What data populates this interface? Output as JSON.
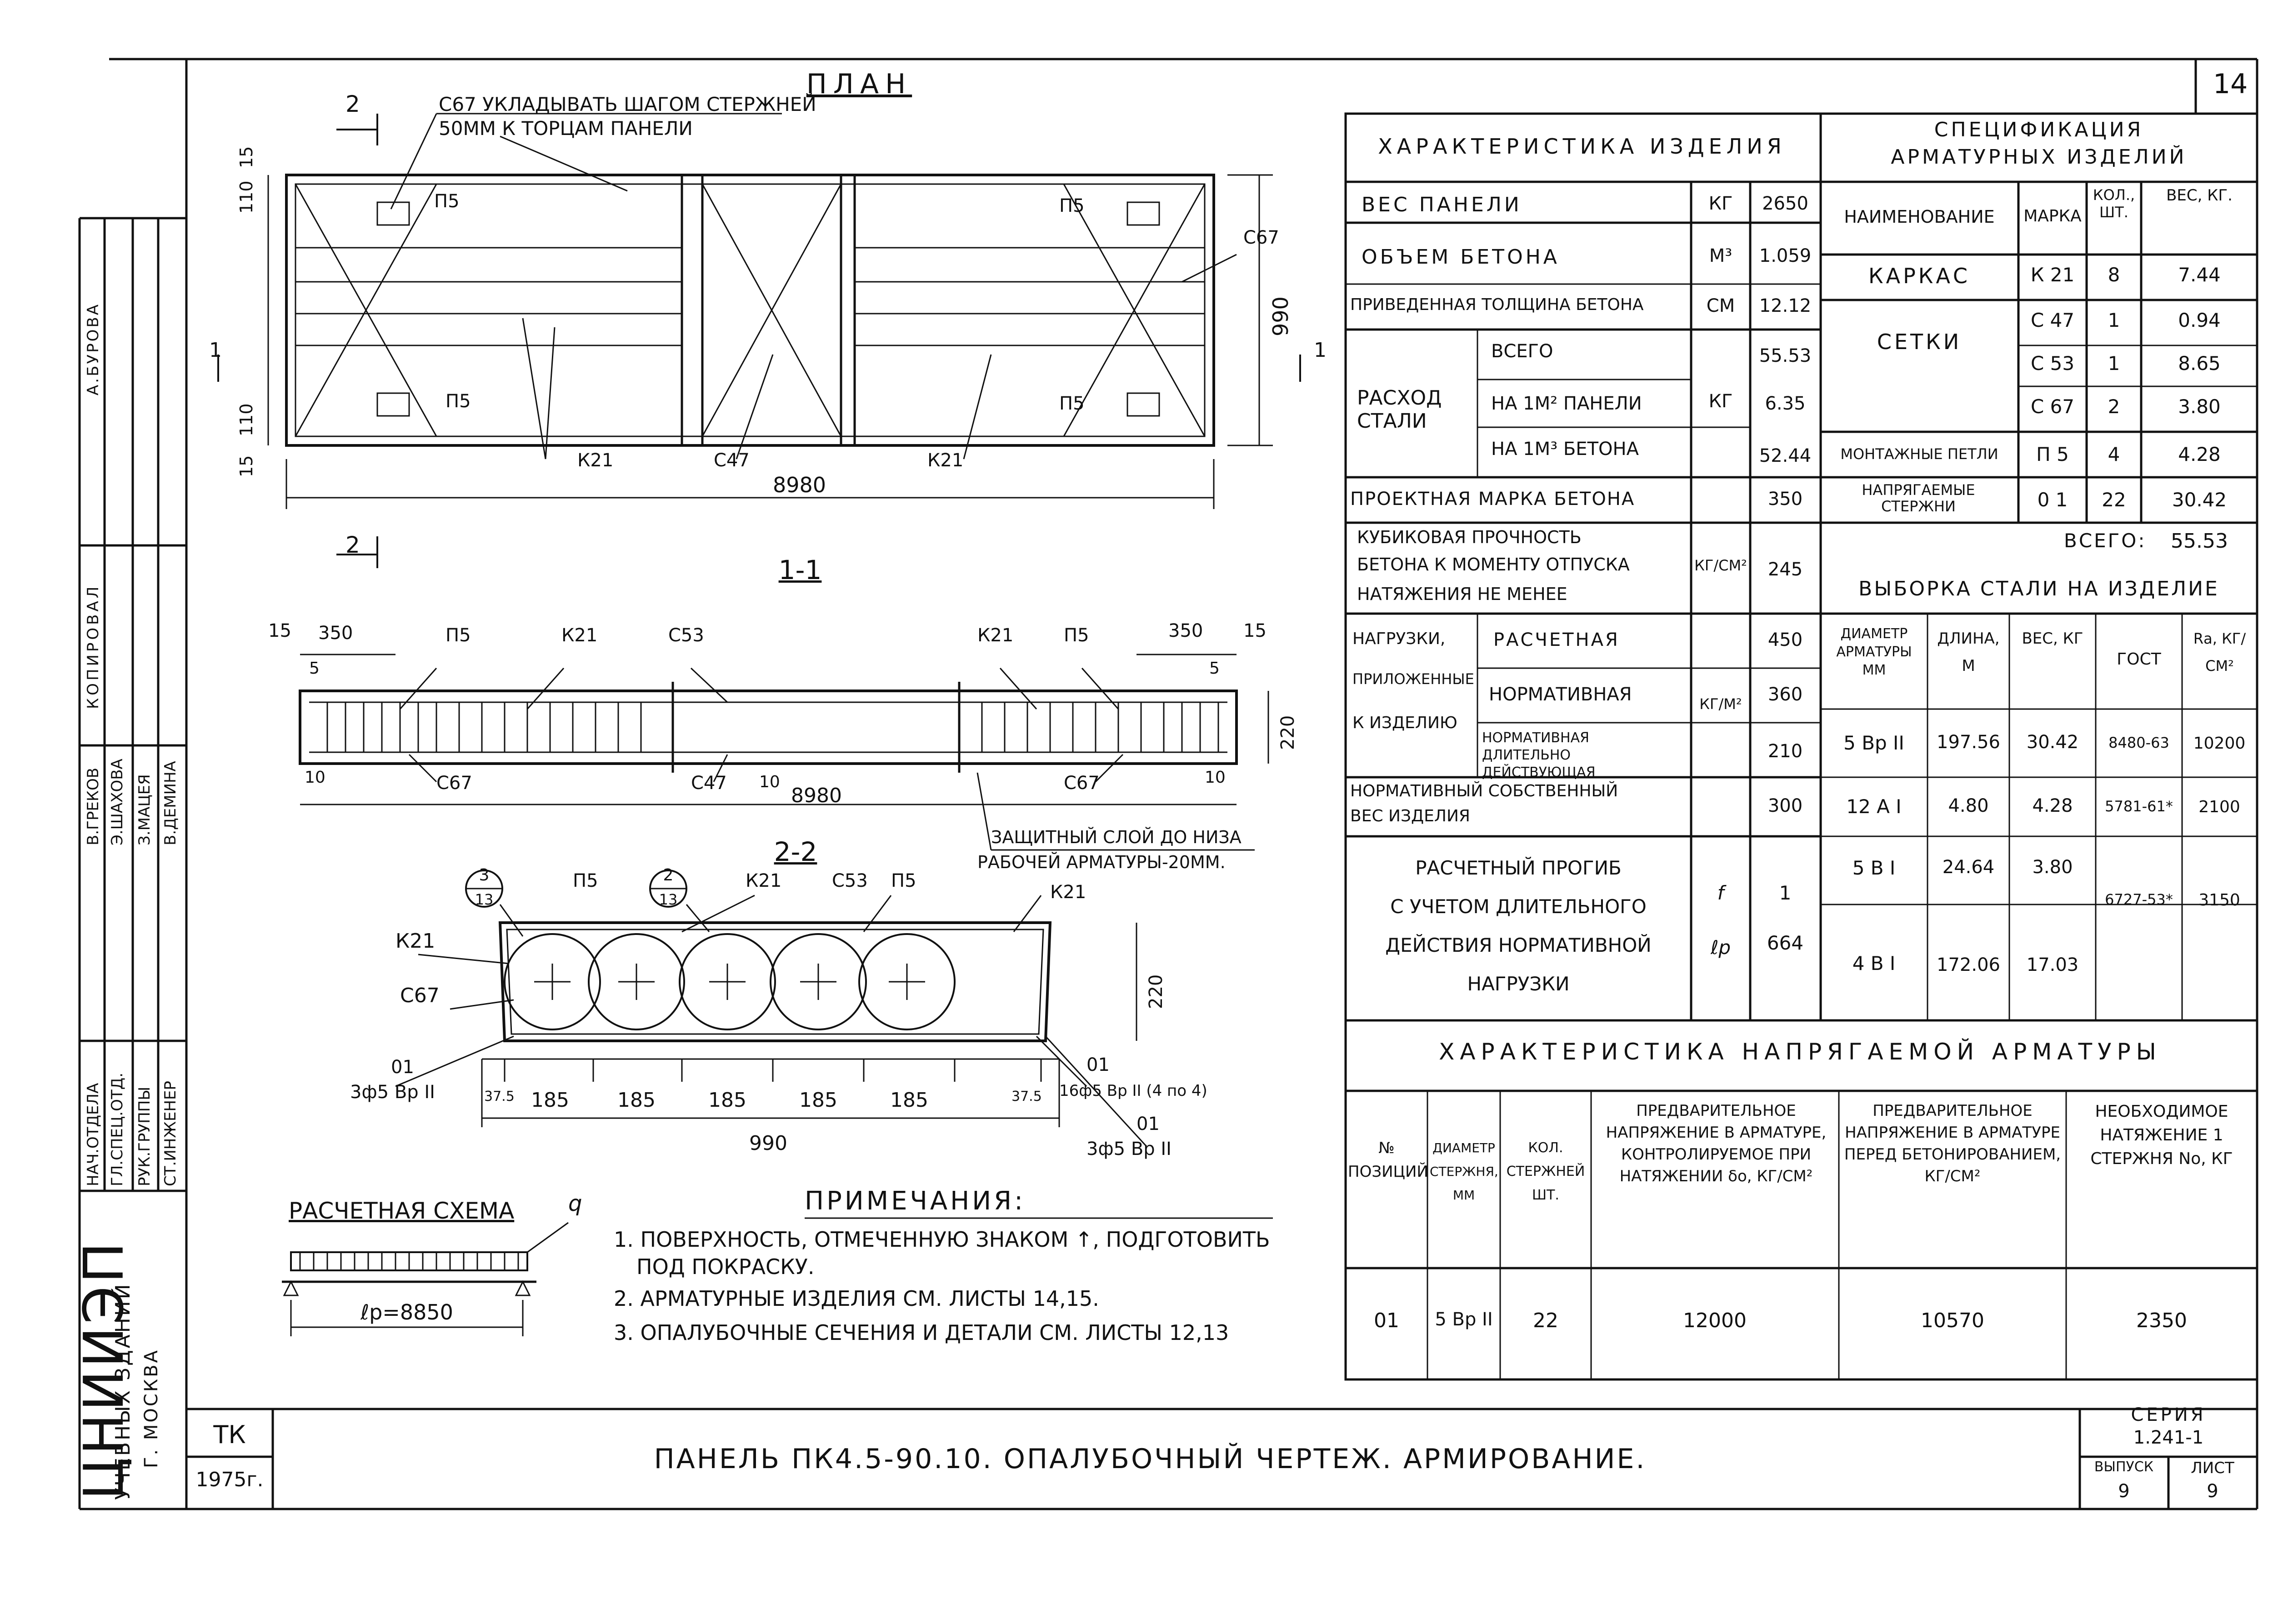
{
  "sheet_number": "14",
  "plan": {
    "title": "ПЛАН",
    "section_mark": "2",
    "note": "С67 УКЛАДЫВАТЬ ШАГОМ СТЕРЖНЕЙ",
    "note2": "50ММ К ТОРЦАМ ПАНЕЛИ",
    "labels": [
      "П5",
      "П5",
      "П5",
      "П5",
      "С67",
      "К21",
      "С47",
      "К21"
    ],
    "dims": [
      "15",
      "110",
      "110",
      "15",
      "990",
      "8980",
      "1",
      "1"
    ]
  },
  "section_1_1": {
    "title": "1-1",
    "labels": [
      "П5",
      "К21",
      "С53",
      "К21",
      "П5",
      "С67",
      "С47",
      "С67"
    ],
    "dims": [
      "15",
      "350",
      "5",
      "10",
      "350",
      "15",
      "5",
      "220",
      "10",
      "10",
      "8980"
    ],
    "note": "ЗАЩИТНЫЙ СЛОЙ ДО НИЗА",
    "note2": "РАБОЧЕЙ АРМАТУРЫ-20ММ."
  },
  "section_2_2": {
    "title": "2-2",
    "labels": [
      "П5",
      "К21",
      "С53",
      "П5",
      "К21",
      "К21",
      "С67",
      "01",
      "01",
      "01"
    ],
    "callouts": [
      {
        "num": "3",
        "den": "13"
      },
      {
        "num": "2",
        "den": "13"
      }
    ],
    "dims": [
      "37.5",
      "185",
      "185",
      "185",
      "185",
      "185",
      "37.5",
      "990",
      "220"
    ],
    "rebar1": "3ф5 Вр II",
    "rebar2": "16ф5 Вр II (4 по 4)",
    "rebar3": "3ф5 Вр II"
  },
  "calc_scheme": {
    "title": "РАСЧЕТНАЯ СХЕМА",
    "load": "q",
    "span": "ℓр=8850"
  },
  "notes": {
    "title": "ПРИМЕЧАНИЯ:",
    "items": [
      "1. ПОВЕРХНОСТЬ, ОТМЕЧЕННУЮ ЗНАКОМ ↑, ПОДГОТОВИТЬ",
      "ПОД ПОКРАСКУ.",
      "2. АРМАТУРНЫЕ ИЗДЕЛИЯ СМ. ЛИСТЫ 14,15.",
      "3. ОПАЛУБОЧНЫЕ СЕЧЕНИЯ И ДЕТАЛИ СМ. ЛИСТЫ 12,13"
    ]
  },
  "char_table": {
    "title": "ХАРАКТЕРИСТИКА ИЗДЕЛИЯ",
    "rows": [
      {
        "name": "ВЕС ПАНЕЛИ",
        "unit": "КГ",
        "value": "2650"
      },
      {
        "name": "ОБЪЕМ БЕТОНА",
        "unit": "М³",
        "value": "1.059"
      },
      {
        "name": "ПРИВЕДЕННАЯ ТОЛЩИНА БЕТОНА",
        "unit": "СМ",
        "value": "12.12"
      }
    ],
    "steel": {
      "label": "РАСХОД СТАЛИ",
      "unit": "КГ",
      "rows": [
        {
          "name": "ВСЕГО",
          "value": "55.53"
        },
        {
          "name": "НА 1М² ПАНЕЛИ",
          "value": "6.35"
        },
        {
          "name": "НА 1М³ БЕТОНА",
          "value": "52.44"
        }
      ]
    },
    "grade": {
      "name": "ПРОЕКТНАЯ МАРКА БЕТОНА",
      "value": "350"
    },
    "cube": {
      "l1": "КУБИКОВАЯ ПРОЧНОСТЬ",
      "l2": "БЕТОНА К МОМЕНТУ ОТПУСКА",
      "l3": "НАТЯЖЕНИЯ НЕ МЕНЕЕ",
      "unit": "КГ/СМ²",
      "value": "245"
    },
    "loads": {
      "l1": "НАГРУЗКИ,",
      "l2": "ПРИЛОЖЕННЫЕ",
      "l3": "К ИЗДЕЛИЮ",
      "unit": "КГ/М²",
      "rows": [
        {
          "name": "РАСЧЕТНАЯ",
          "value": "450"
        },
        {
          "name": "НОРМАТИВНАЯ",
          "value": "360"
        },
        {
          "name": "НОРМАТИВНАЯ ДЛИТЕЛЬНО ДЕЙСТВУЮЩАЯ",
          "value": "210"
        }
      ]
    },
    "own": {
      "l1": "НОРМАТИВНЫЙ СОБСТВЕННЫЙ",
      "l2": "ВЕС ИЗДЕЛИЯ",
      "value": "300"
    },
    "deflection": {
      "l1": "РАСЧЕТНЫЙ ПРОГИБ",
      "l2": "С УЧЕТОМ ДЛИТЕЛЬНОГО",
      "l3": "ДЕЙСТВИЯ НОРМАТИВНОЙ",
      "l4": "НАГРУЗКИ",
      "unit_num": "f",
      "unit_den": "ℓр",
      "value_num": "1",
      "value_den": "664"
    }
  },
  "spec_table": {
    "title": "СПЕЦИФИКАЦИЯ",
    "title2": "АРМАТУРНЫХ ИЗДЕЛИЙ",
    "headers": [
      "НАИМЕНОВАНИЕ",
      "МАРКА",
      "КОЛ., ШТ.",
      "ВЕС, КГ."
    ],
    "rows": [
      {
        "name": "КАРКАС",
        "mark": "К 21",
        "qty": "8",
        "weight": "7.44"
      },
      {
        "name": "СЕТКИ",
        "mark": "С 47",
        "qty": "1",
        "weight": "0.94"
      },
      {
        "name": "",
        "mark": "С 53",
        "qty": "1",
        "weight": "8.65"
      },
      {
        "name": "",
        "mark": "С 67",
        "qty": "2",
        "weight": "3.80"
      },
      {
        "name": "МОНТАЖНЫЕ ПЕТЛИ",
        "mark": "П 5",
        "qty": "4",
        "weight": "4.28"
      },
      {
        "name": "НАПРЯГАЕМЫЕ СТЕРЖНИ",
        "mark": "0 1",
        "qty": "22",
        "weight": "30.42"
      }
    ],
    "total_label": "ВСЕГО:",
    "total": "55.53"
  },
  "steel_table": {
    "title": "ВЫБОРКА СТАЛИ НА ИЗДЕЛИЕ",
    "headers": [
      "ДИАМЕТР АРМАТУРЫ ММ",
      "ДЛИНА, М",
      "ВЕС, КГ",
      "ГОСТ",
      "Rа, КГ/СМ²"
    ],
    "rows": [
      {
        "d": "5 Вр II",
        "len": "197.56",
        "w": "30.42",
        "gost": "8480-63",
        "ra": "10200"
      },
      {
        "d": "12 А I",
        "len": "4.80",
        "w": "4.28",
        "gost": "5781-61*",
        "ra": "2100"
      },
      {
        "d": "5 В I",
        "len": "24.64",
        "w": "3.80",
        "gost": "6727-53*",
        "ra": "3150"
      },
      {
        "d": "4 В I",
        "len": "172.06",
        "w": "17.03",
        "gost": "",
        "ra": ""
      }
    ]
  },
  "prestress_table": {
    "title": "ХАРАКТЕРИСТИКА НАПРЯГАЕМОЙ АРМАТУРЫ",
    "headers": [
      "№ ПОЗИЦИЙ",
      "ДИАМЕТР СТЕРЖНЯ, ММ",
      "КОЛ. СТЕРЖНЕЙ ШТ.",
      "ПРЕДВАРИТЕЛЬНОЕ НАПРЯЖЕНИЕ В АРМАТУРЕ, КОНТРОЛИРУЕМОЕ ПРИ НАТЯЖЕНИИ δо, КГ/СМ²",
      "ПРЕДВАРИТЕЛЬНОЕ НАПРЯЖЕНИЕ В АРМАТУРЕ ПЕРЕД БЕТОНИРОВАНИЕМ, КГ/СМ²",
      "НЕОБХОДИМОЕ НАТЯЖЕНИЕ 1 СТЕРЖНЯ Nо, КГ"
    ],
    "row": {
      "pos": "01",
      "d": "5 Вр II",
      "qty": "22",
      "s1": "12000",
      "s2": "10570",
      "n": "2350"
    }
  },
  "stamp": {
    "roles": [
      "НАЧ.ОТДЕЛА",
      "ГЛ.СПЕЦ.ОТД.",
      "РУК.ГРУППЫ",
      "СТ.ИНЖЕНЕР"
    ],
    "names": [
      "В.ГРЕКОВ",
      "Э.ШАХОВА",
      "З.МАЦЕЯ",
      "В.ДЕМИНА"
    ],
    "copied": "КОПИРОВАЛ",
    "copied_by": "А.БУРОВА",
    "org": "ЦНИИЭП",
    "org2": "УЧЕБНЫХ ЗДАНИЙ",
    "org3": "Г. МОСКВА",
    "tk": "ТК",
    "year": "1975г.",
    "title": "ПАНЕЛЬ ПК4.5-90.10. ОПАЛУБОЧНЫЙ ЧЕРТЕЖ. АРМИРОВАНИЕ.",
    "series_label": "СЕРИЯ",
    "series": "1.241-1",
    "issue_label": "ВЫПУСК",
    "issue": "9",
    "sheet_label": "ЛИСТ",
    "sheet": "9"
  }
}
